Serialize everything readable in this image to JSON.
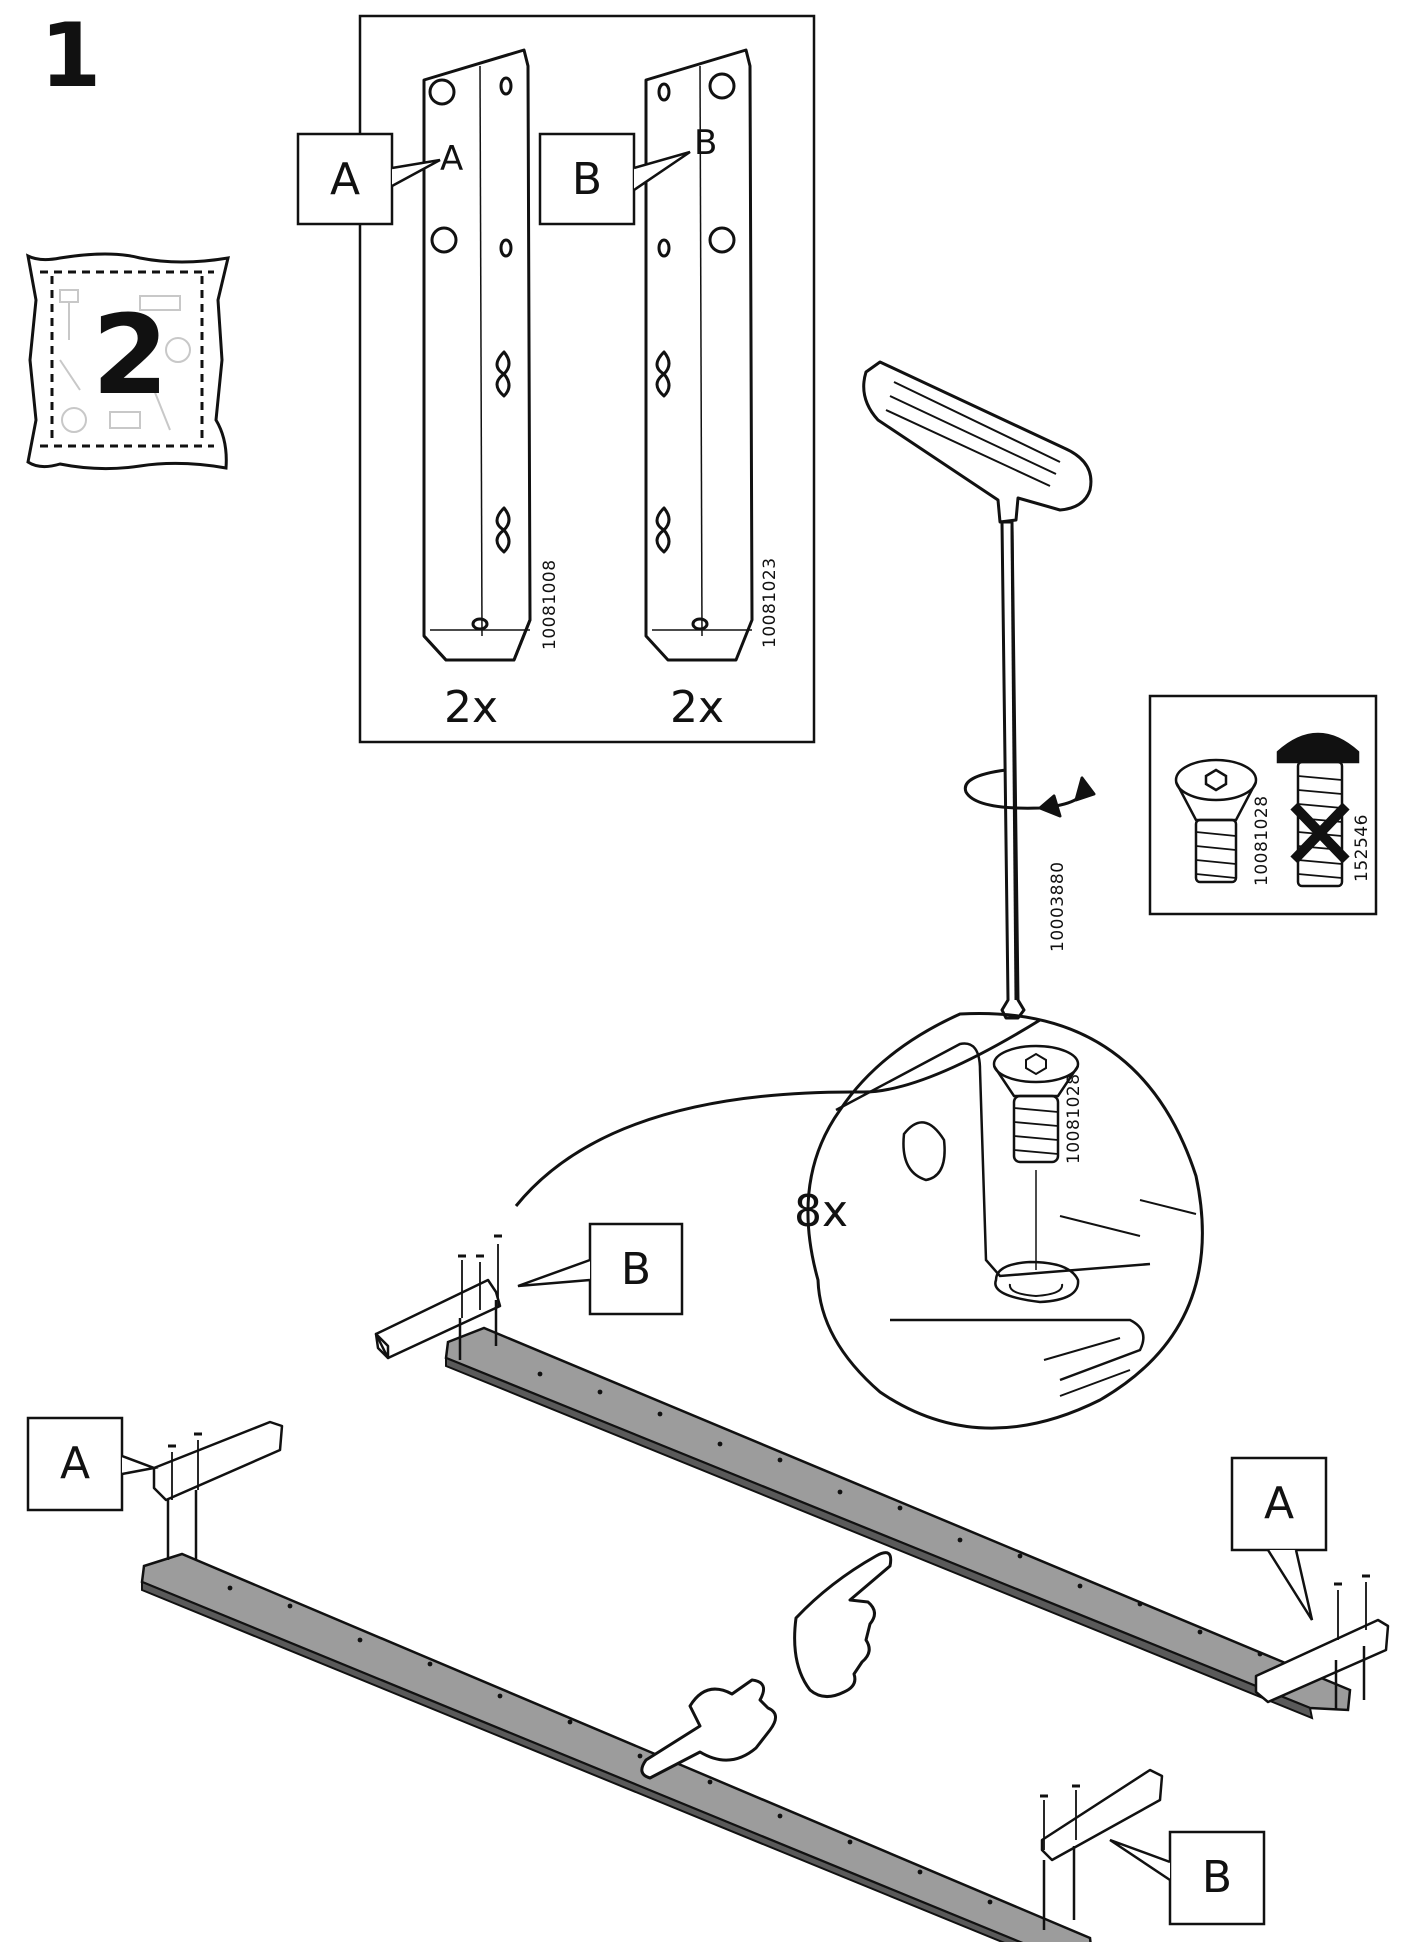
{
  "step": {
    "number": "1"
  },
  "bag": {
    "number": "2"
  },
  "parts_box": {
    "bracket_a": {
      "label": "A",
      "stamp": "A",
      "code": "10081008",
      "qty": "2x"
    },
    "bracket_b": {
      "label": "B",
      "stamp": "B",
      "code": "10081023",
      "qty": "2x"
    }
  },
  "tool": {
    "code": "10003880"
  },
  "screw_compare": {
    "correct_code": "10081028",
    "wrong_code": "152546"
  },
  "detail": {
    "screw_code": "10081028",
    "qty": "8x"
  },
  "callouts": {
    "top_bracket": "B",
    "left_bracket": "A",
    "right_bracket": "A",
    "bottom_bracket": "B"
  },
  "colors": {
    "line": "#111111",
    "board": "#9c9c9c",
    "board_edge": "#5a5a5a",
    "paper": "#ffffff"
  }
}
